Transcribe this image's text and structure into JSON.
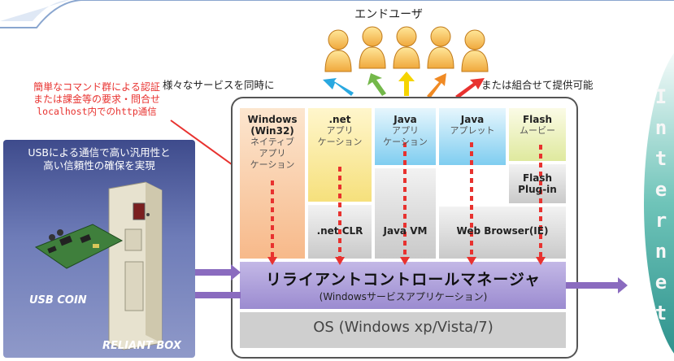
{
  "users_title": "エンドユーザ",
  "left_label": "様々なサービスを同時に",
  "right_label": "または組合せて提供可能",
  "auth_note": [
    "簡単なコマンド群による認証",
    "または課金等の要求・問合せ",
    "localhost内でのhttp通信"
  ],
  "usb_title": [
    "USBによる通信で高い汎用性と",
    "高い信頼性の確保を実現"
  ],
  "usb_coin": "USB COIN",
  "reliant_box": "RELIANT BOX",
  "apps": {
    "windows": {
      "title": "Windows",
      "title2": "(Win32)",
      "sub": [
        "ネイティブ",
        "アプリ",
        "ケーション"
      ]
    },
    "dotnet": {
      "title": ".net",
      "sub": [
        "アプリ",
        "ケーション"
      ]
    },
    "java_app": {
      "title": "Java",
      "sub": [
        "アプリ",
        "ケーション"
      ]
    },
    "java_applet": {
      "title": "Java",
      "sub": [
        "アプレット"
      ]
    },
    "flash": {
      "title": "Flash",
      "sub": [
        "ムービー"
      ]
    },
    "flash_plugin": {
      "title": [
        "Flash",
        "Plug-in"
      ]
    }
  },
  "runtimes": {
    "net_clr": ".net CLR",
    "java_vm": "Java VM",
    "web_browser": "Web Browser(IE)"
  },
  "manager": {
    "title": "リライアントコントロールマネージャ",
    "subtitle": "(Windowsサービスアプリケーション)"
  },
  "os": "OS (Windows xp/Vista/7)",
  "internet": [
    "I",
    "n",
    "t",
    "e",
    "r",
    "n",
    "e",
    "t"
  ],
  "colors": {
    "arrow_cyan": "#29a8e0",
    "arrow_green": "#74b84a",
    "arrow_yellow": "#f5d400",
    "arrow_orange": "#f08a24",
    "arrow_red": "#e8322f",
    "manager_bg": "#a99bd6",
    "internet_bg": "#2a9a95"
  }
}
